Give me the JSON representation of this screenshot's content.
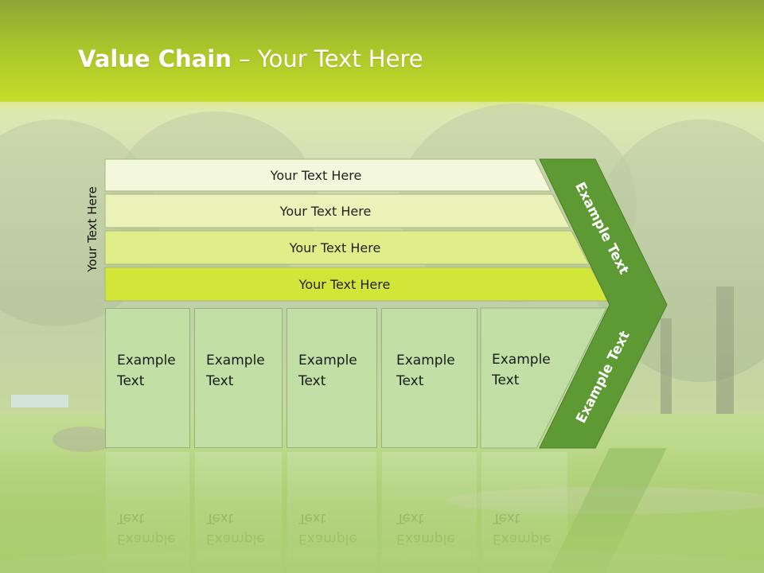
{
  "title": {
    "bold": "Value Chain",
    "rest": " – Your Text Here"
  },
  "side_label": "Your Text Here",
  "stripes": [
    {
      "label": "Your Text Here",
      "fill": "#f3f8dc"
    },
    {
      "label": "Your Text Here",
      "fill": "#eaf2b8"
    },
    {
      "label": "Your Text Here",
      "fill": "#e0ee8a"
    },
    {
      "label": "Your Text Here",
      "fill": "#d2e63a"
    }
  ],
  "columns": [
    {
      "line1": "Example",
      "line2": "Text"
    },
    {
      "line1": "Example",
      "line2": "Text"
    },
    {
      "line1": "Example",
      "line2": "Text"
    },
    {
      "line1": "Example",
      "line2": "Text"
    },
    {
      "line1": "Example",
      "line2": "Text"
    }
  ],
  "chevron": {
    "upper_label": "Example Text",
    "lower_label": "Example Text",
    "fill": "#5e9a34"
  },
  "colors": {
    "column_fill": "#c2e0a6",
    "title_text": "#ffffff",
    "chevron_green": "#5e9a34"
  }
}
